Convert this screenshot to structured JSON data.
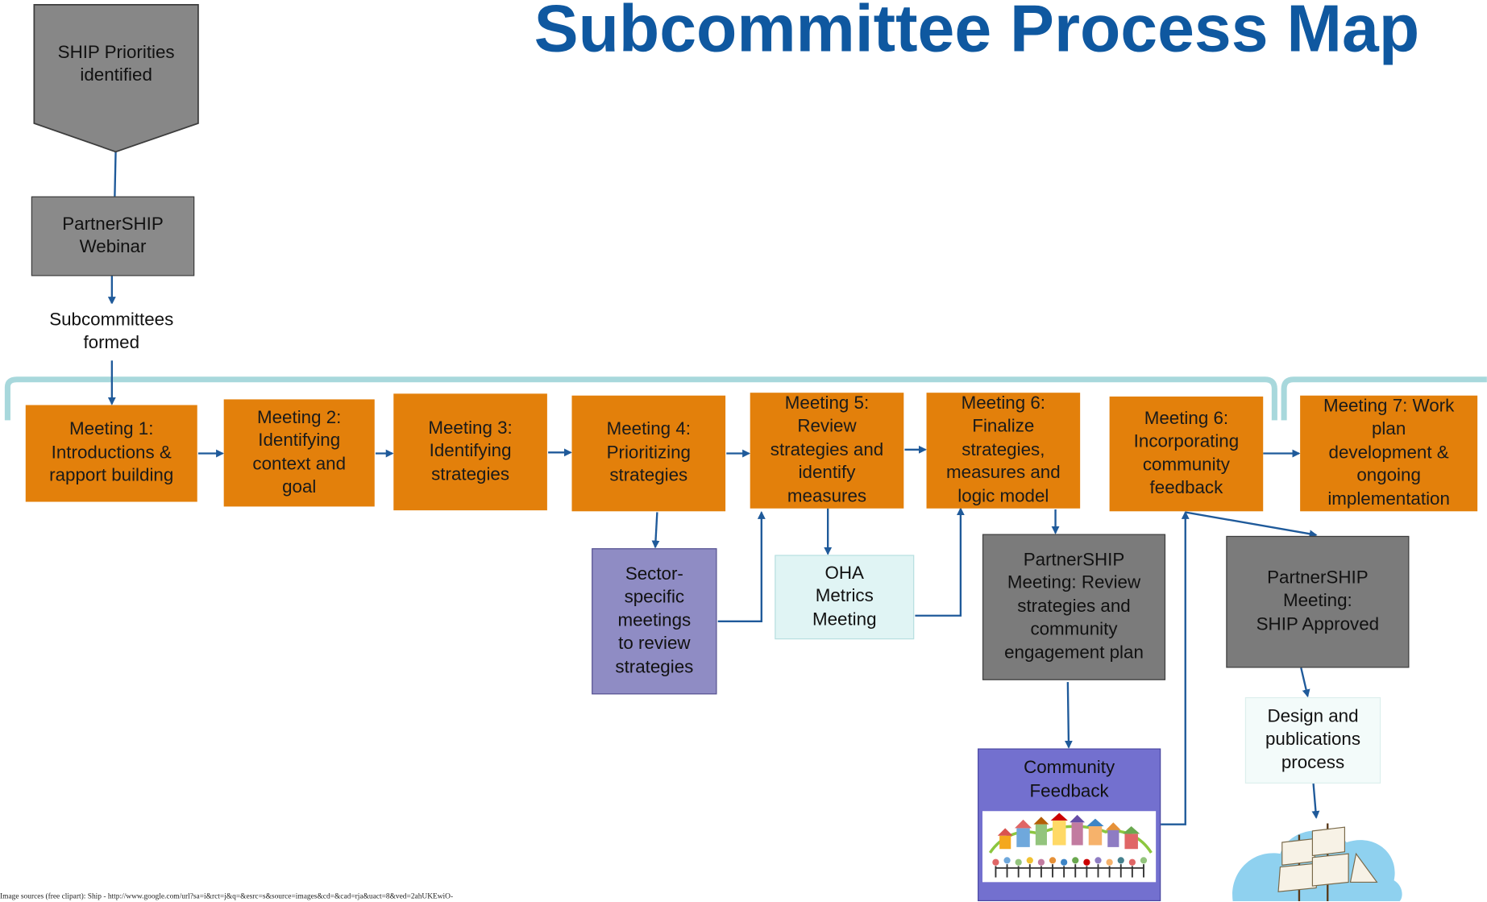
{
  "title": "Subcommittee Process Map",
  "colors": {
    "title": "#0f58a0",
    "meeting_box": "#e3800b",
    "partnership_box": "#7b7b7b",
    "sector_box": "#8f8cc4",
    "community_box": "#7370cf",
    "oha_box": "#e0f4f4",
    "arrow": "#1f5a9a",
    "bracket": "#a8d8dc"
  },
  "nodes": {
    "ship_priorities": "SHIP Priorities\nidentified",
    "partnership_webinar": "PartnerSHIP\nWebinar",
    "subcommittees_formed": "Subcommittees\nformed",
    "meeting1": "Meeting 1:\nIntroductions &\nrapport building",
    "meeting2": "Meeting 2:\nIdentifying\ncontext and\ngoal",
    "meeting3": "Meeting 3:\nIdentifying\nstrategies",
    "meeting4": "Meeting 4:\nPrioritizing\nstrategies",
    "meeting5": "Meeting 5:\nReview\nstrategies and\nidentify\nmeasures",
    "meeting6a": "Meeting 6:\nFinalize\nstrategies,\nmeasures and\nlogic model",
    "meeting6b": "Meeting 6:\nIncorporating\ncommunity\nfeedback",
    "meeting7": "Meeting 7: Work\nplan\ndevelopment &\nongoing\nimplementation",
    "sector_meetings": "Sector-\nspecific\nmeetings\nto review\nstrategies",
    "oha_metrics": "OHA\nMetrics\nMeeting",
    "partnership_review": "PartnerSHIP\nMeeting: Review\nstrategies and\ncommunity\nengagement plan",
    "partnership_approved": "PartnerSHIP\nMeeting:\nSHIP Approved",
    "community_feedback": "Community\nFeedback",
    "design_publications": "Design and\npublications\nprocess"
  },
  "images": {
    "community_clipart": "community-children-houses-clipart",
    "ship_clipart": "sailing-ship-cloud-clipart"
  },
  "footnote": "Image sources (free clipart): Ship - http://www.google.com/url?sa=i&rct=j&q=&esrc=s&source=images&cd=&cad=rja&uact=8&ved=2ahUKEwiO-"
}
